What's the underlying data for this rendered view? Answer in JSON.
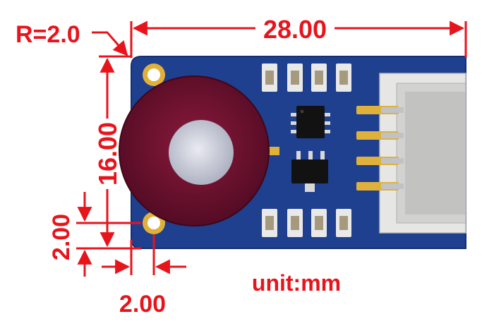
{
  "dimensions": {
    "radius_label": "R=2.0",
    "width_label": "28.00",
    "height_label": "16.00",
    "hole_vertical_label": "2.00",
    "hole_horizontal_label": "2.00",
    "unit_label": "unit:mm"
  },
  "colors": {
    "dimension": "#e8141c",
    "pcb": "#1f3f8f",
    "pcb_edge": "#15306f",
    "connector": "#e6e6e4",
    "sensor_ring": "#6e0f2e",
    "sensor_lens": "#c9ccd8",
    "gold": "#e0b13a"
  },
  "icons": {
    "arrow": "dimension-arrowhead"
  }
}
